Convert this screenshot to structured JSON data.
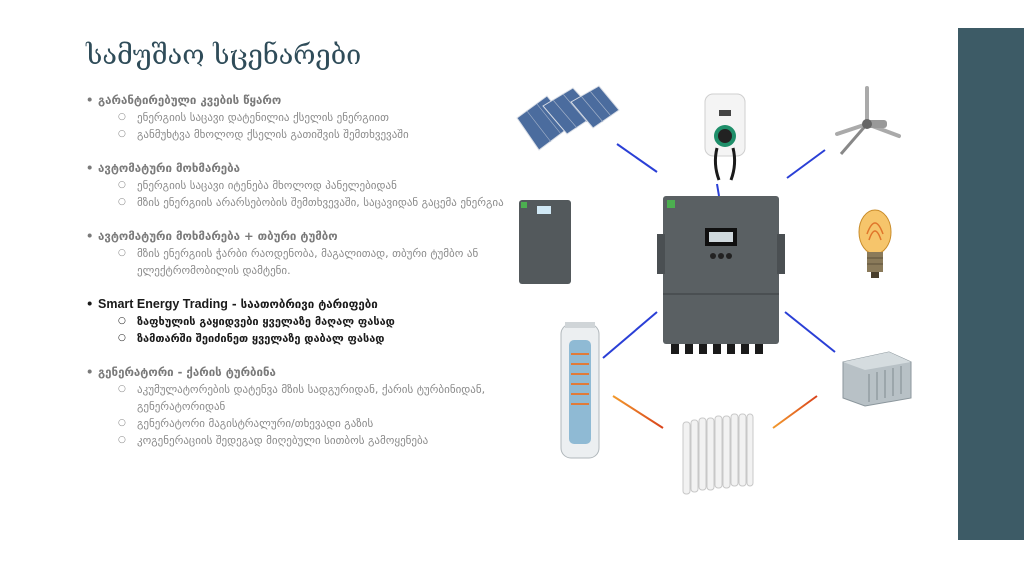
{
  "slide": {
    "title": "სამუშაო სცენარები",
    "sections": [
      {
        "heading": "გარანტირებული კვების წყარო",
        "items": [
          "ენერგიის საცავი დატენილია ქსელის ენერგიით",
          "განმუხტვა მხოლოდ ქსელის გათიშვის შემთხვევაში"
        ]
      },
      {
        "heading": "ავტომატური მოხმარება",
        "items": [
          "ენერგიის საცავი იტენება მხოლოდ პანელებიდან",
          "მზის ენერგიის არარსებობის შემთხვევაში, საცავიდან გაცემა ენერგია"
        ]
      },
      {
        "heading": "ავტომატური მოხმარება + თბური ტუმბო",
        "items": [
          "მზის ენერგიის ჭარბი რაოდენობა, მაგალითად, თბური ტუმბო ან ელექტრომობილის დამტენი."
        ]
      },
      {
        "heading_en": "Smart Energy Trading",
        "heading": " - საათობრივი ტარიფები",
        "items": [
          "ზაფხულის გაყიდვები ყველაზე მაღალ ფასად",
          "ზამთარში შეიძინეთ ყველაზე დაბალ ფასად"
        ]
      },
      {
        "heading": "გენერატორი - ქარის ტურბინა",
        "items": [
          "აკუმულატორების დატენვა მზის სადგურიდან, ქარის ტურბინიდან, გენერატორიდან",
          "გენერატორი მაგისტრალური/თხევადი გაზის",
          "კოგენერაციის შედეგად მიღებული სითბოს გამოყენება"
        ]
      }
    ]
  },
  "diagram": {
    "icons": [
      "solar-panels-icon",
      "ev-charger-icon",
      "wind-turbine-icon",
      "battery-storage-icon",
      "inverter-icon",
      "light-bulb-icon",
      "water-heater-tank-icon",
      "radiator-icon",
      "generator-icon"
    ],
    "colors": {
      "accent_bar": "#3d5b66",
      "title": "#2f4c59",
      "line_blue": "#2a3fd6",
      "line_orange": "#f29a2e",
      "inverter_body": "#5a6063"
    }
  }
}
